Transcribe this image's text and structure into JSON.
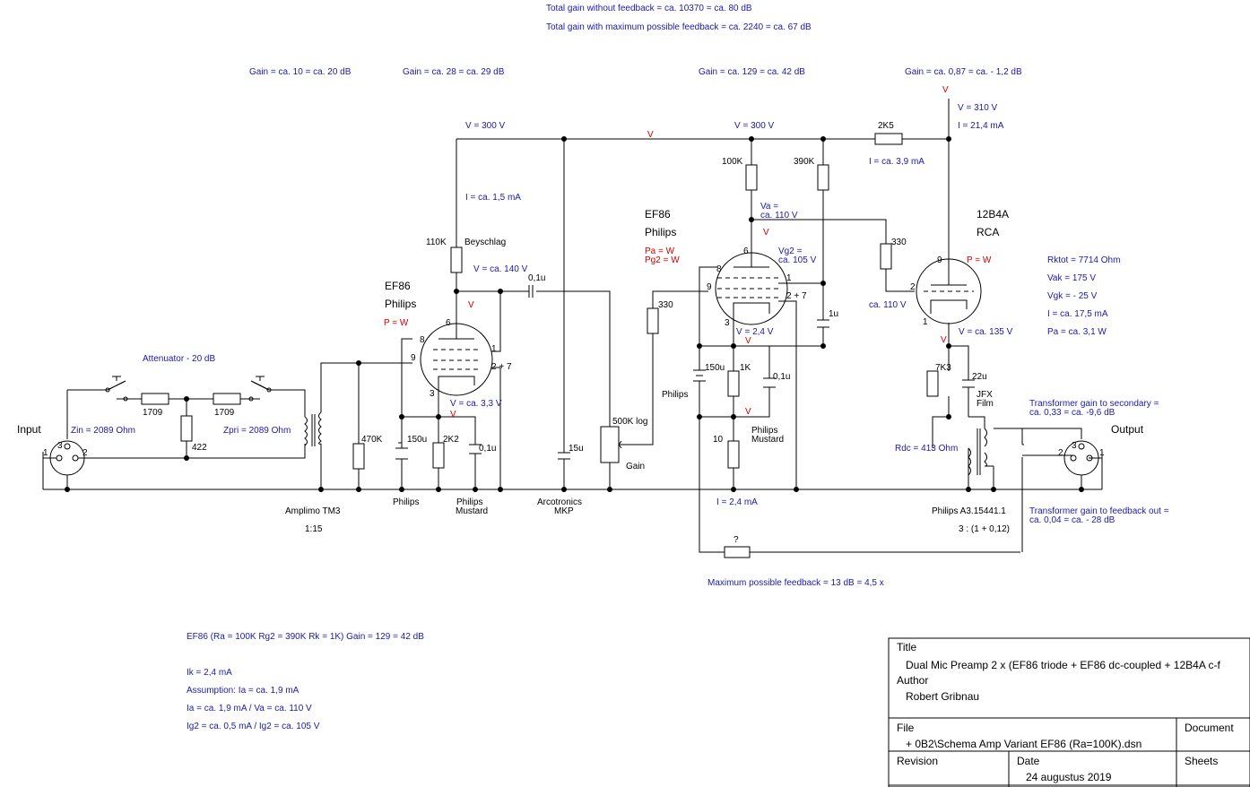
{
  "header": {
    "total_gain_no_fb": "Total gain without feedback = ca. 10370 = ca. 80 dB",
    "total_gain_fb": "Total gain with maximum possible feedback = ca. 2240 = ca. 67 dB"
  },
  "stage_gains": [
    "Gain = ca. 10 = ca. 20 dB",
    "Gain = ca. 28 = ca. 29 dB",
    "Gain = ca. 129 = ca. 42 dB",
    "Gain = ca. 0,87 = ca. - 1,2 dB"
  ],
  "input": {
    "label": "Input",
    "attenuator": "Attenuator - 20 dB",
    "r1": "1709",
    "r2": "1709",
    "r3": "422",
    "zin": "Zin = 2089 Ohm",
    "zpri": "Zpri = 2089 Ohm",
    "pin1": "1",
    "pin2": "2",
    "pin3": "3"
  },
  "transformer_in": {
    "name": "Amplimo TM3",
    "ratio": "1:15",
    "r_load": "470K"
  },
  "stage1": {
    "tube": "EF86",
    "maker": "Philips",
    "power": "P = W",
    "v_supply": "V = 300 V",
    "current": "I = ca. 1,5 mA",
    "r_anode": "110K",
    "r_anode_brand": "Beyschlag",
    "v_anode": "V = ca. 140 V",
    "v_marker": "V",
    "coupling_cap": "0,1u",
    "cath_cap": "150u",
    "cath_r": "2K2",
    "cath_bypass": "0,1u",
    "v_cath": "V = ca. 3,3 V",
    "cap1_brand": "Philips",
    "cap2_brand": "Philips",
    "cap2_brand2": "Mustard",
    "pin6": "6",
    "pin8": "8",
    "pin9": "9",
    "pin1": "1",
    "pin3": "3",
    "pin27": "2 + 7"
  },
  "supply_cap": {
    "value": "15u",
    "brand": "Arcotronics",
    "type": "MKP"
  },
  "volume": {
    "value": "500K log",
    "label": "Gain"
  },
  "stage2": {
    "tube": "EF86",
    "maker": "Philips",
    "pa": "Pa = W",
    "pg2": "Pg2 = W",
    "v_supply": "V = 300 V",
    "r_anode": "100K",
    "r_g2": "390K",
    "va_label": "Va =",
    "va_value": "ca. 110 V",
    "vg2_label": "Vg2 =",
    "vg2_value": "ca. 105 V",
    "grid_r": "330",
    "g2_cap": "1u",
    "v_cath": "V = 2,4 V",
    "cath_cap": "150u",
    "cath_r": "1K",
    "cath_bypass": "0,1u",
    "cap_brand": "Philips",
    "bypass_brand": "Philips",
    "bypass_brand2": "Mustard",
    "fb_r": "10",
    "current": "I = 2,4 mA",
    "pin6": "6",
    "pin8": "8",
    "pin9": "9",
    "pin1": "1",
    "pin3": "3",
    "pin27": "2 + 7"
  },
  "stage3": {
    "tube": "12B4A",
    "maker": "RCA",
    "power": "P = W",
    "r_drop": "2K5",
    "i_drop": "I = ca. 3,9 mA",
    "v_supply": "V = 310 V",
    "i_supply": "I = 21,4 mA",
    "grid_r": "330",
    "v_grid": "ca. 110 V",
    "v_cath": "V = ca. 135 V",
    "cath_r": "7K3",
    "out_cap": "22u",
    "out_cap_type": "JFX",
    "out_cap_type2": "Film",
    "pin9": "9",
    "pin2": "2",
    "pin1": "1"
  },
  "tube_specs": [
    "Rktot = 7714 Ohm",
    "Vak = 175 V",
    "Vgk = - 25 V",
    "I = ca. 17,5 mA",
    "Pa = ca. 3,1 W"
  ],
  "output": {
    "label": "Output",
    "tx_gain_sec": "Transformer gain to secondary =",
    "tx_gain_sec2": "ca. 0,33 = ca. -9,6 dB",
    "rdc": "Rdc = 413 Ohm",
    "tx_gain_fb": "Transformer gain to feedback out =",
    "tx_gain_fb2": "ca. 0,04 = ca. - 28 dB",
    "tx_name": "Philips A3.15441.1",
    "tx_ratio": "3 : (1 + 0,12)",
    "pin1": "1",
    "pin2": "2",
    "pin3": "3"
  },
  "feedback": {
    "r": "?",
    "max": "Maximum possible feedback = 13 dB = 4,5 x"
  },
  "notes": [
    "EF86 (Ra = 100K  Rg2 = 390K Rk = 1K)  Gain = 129 = 42 dB",
    "Ik = 2,4 mA",
    "Assumption: Ia = ca. 1,9 mA",
    "Ia = ca. 1,9 mA / Va = ca. 110 V",
    "Ig2 = ca. 0,5 mA / Ig2 = ca. 105 V"
  ],
  "titleblock": {
    "title_label": "Title",
    "title": "Dual Mic Preamp 2 x (EF86 triode + EF86 dc-coupled + 12B4A c-f",
    "author_label": "Author",
    "author": "Robert Gribnau",
    "file_label": "File",
    "file": "+ 0B2\\Schema Amp Variant EF86 (Ra=100K).dsn",
    "document_label": "Document",
    "revision_label": "Revision",
    "date_label": "Date",
    "date": "24 augustus 2019",
    "sheets_label": "Sheets"
  }
}
